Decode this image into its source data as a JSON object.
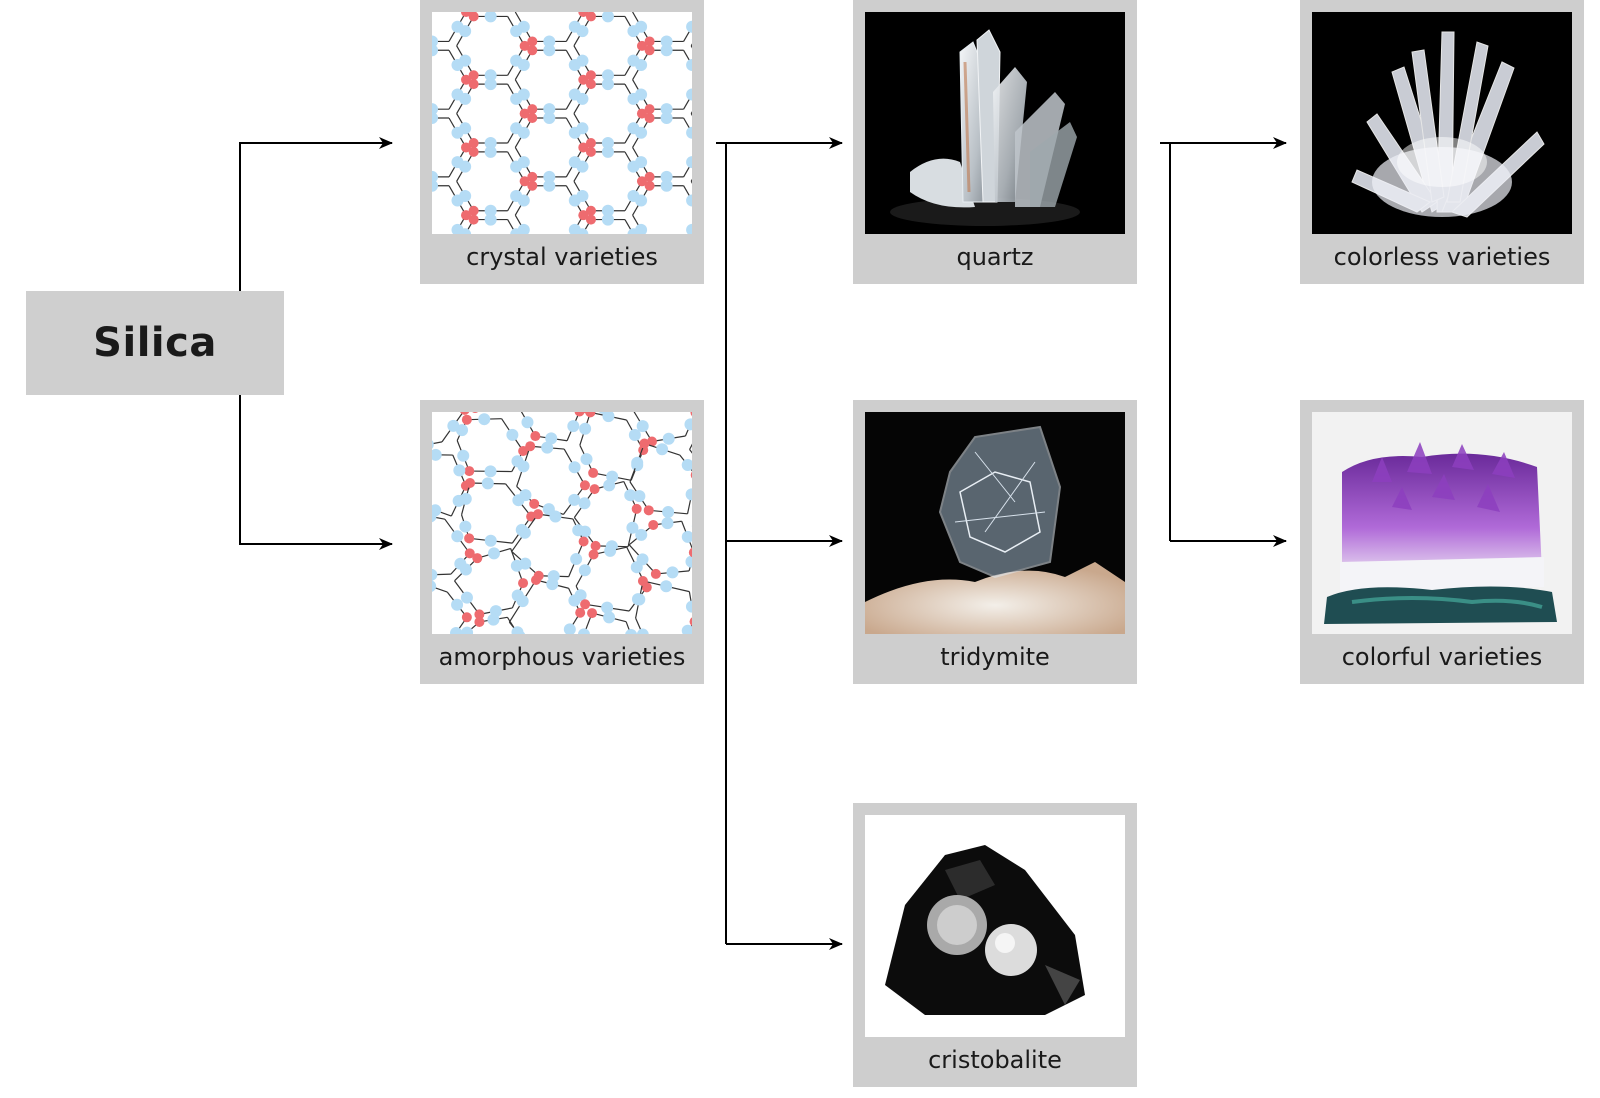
{
  "root": {
    "label": "Silica"
  },
  "nodes": {
    "crystal": {
      "label": "crystal varieties",
      "icon": "crystal-lattice-diagram"
    },
    "amorphous": {
      "label": "amorphous varieties",
      "icon": "amorphous-network-diagram"
    },
    "quartz": {
      "label": "quartz",
      "icon": "quartz-crystal-photo"
    },
    "tridymite": {
      "label": "tridymite",
      "icon": "tridymite-crystal-photo"
    },
    "cristobalite": {
      "label": "cristobalite",
      "icon": "cristobalite-obsidian-photo"
    },
    "colorless": {
      "label": "colorless varieties",
      "icon": "clear-quartz-cluster-photo"
    },
    "colorful": {
      "label": "colorful varieties",
      "icon": "amethyst-geode-photo"
    }
  },
  "edges": [
    {
      "from": "Silica",
      "to": "crystal varieties"
    },
    {
      "from": "Silica",
      "to": "amorphous varieties"
    },
    {
      "from": "crystal varieties",
      "to": "quartz"
    },
    {
      "from": "crystal varieties",
      "to": "tridymite"
    },
    {
      "from": "crystal varieties",
      "to": "cristobalite"
    },
    {
      "from": "quartz",
      "to": "colorless varieties"
    },
    {
      "from": "quartz",
      "to": "colorful varieties"
    }
  ],
  "colors": {
    "box_fill": "#cfcfcf",
    "oxygen_atom": "#b5dcf5",
    "silicon_atom": "#ee6b6f",
    "line": "#000000"
  }
}
